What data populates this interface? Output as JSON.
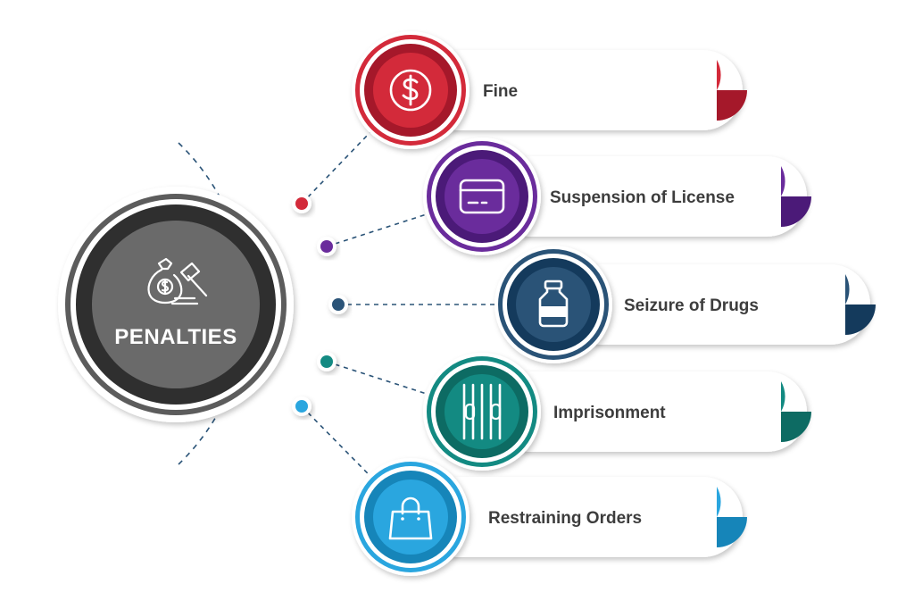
{
  "center": {
    "title": "PENALTIES",
    "icon": "money-bag-gavel-icon"
  },
  "items": [
    {
      "label": "Fine",
      "icon": "dollar-icon",
      "color": "#d32a3a",
      "dark": "#a5182a",
      "ring": "#c9202f"
    },
    {
      "label": "Suspension of License",
      "icon": "license-card-icon",
      "color": "#6a2c9c",
      "dark": "#4b1a78",
      "ring": "#62259a"
    },
    {
      "label": "Seizure of Drugs",
      "icon": "medicine-bottle-icon",
      "color": "#2a5377",
      "dark": "#143a5c",
      "ring": "#234a6c"
    },
    {
      "label": "Imprisonment",
      "icon": "prison-bars-icon",
      "color": "#138a82",
      "dark": "#0d6b63",
      "ring": "#137f78"
    },
    {
      "label": "Restraining Orders",
      "icon": "handbag-icon",
      "color": "#2aa6df",
      "dark": "#1685b9",
      "ring": "#1f9cd6"
    }
  ]
}
